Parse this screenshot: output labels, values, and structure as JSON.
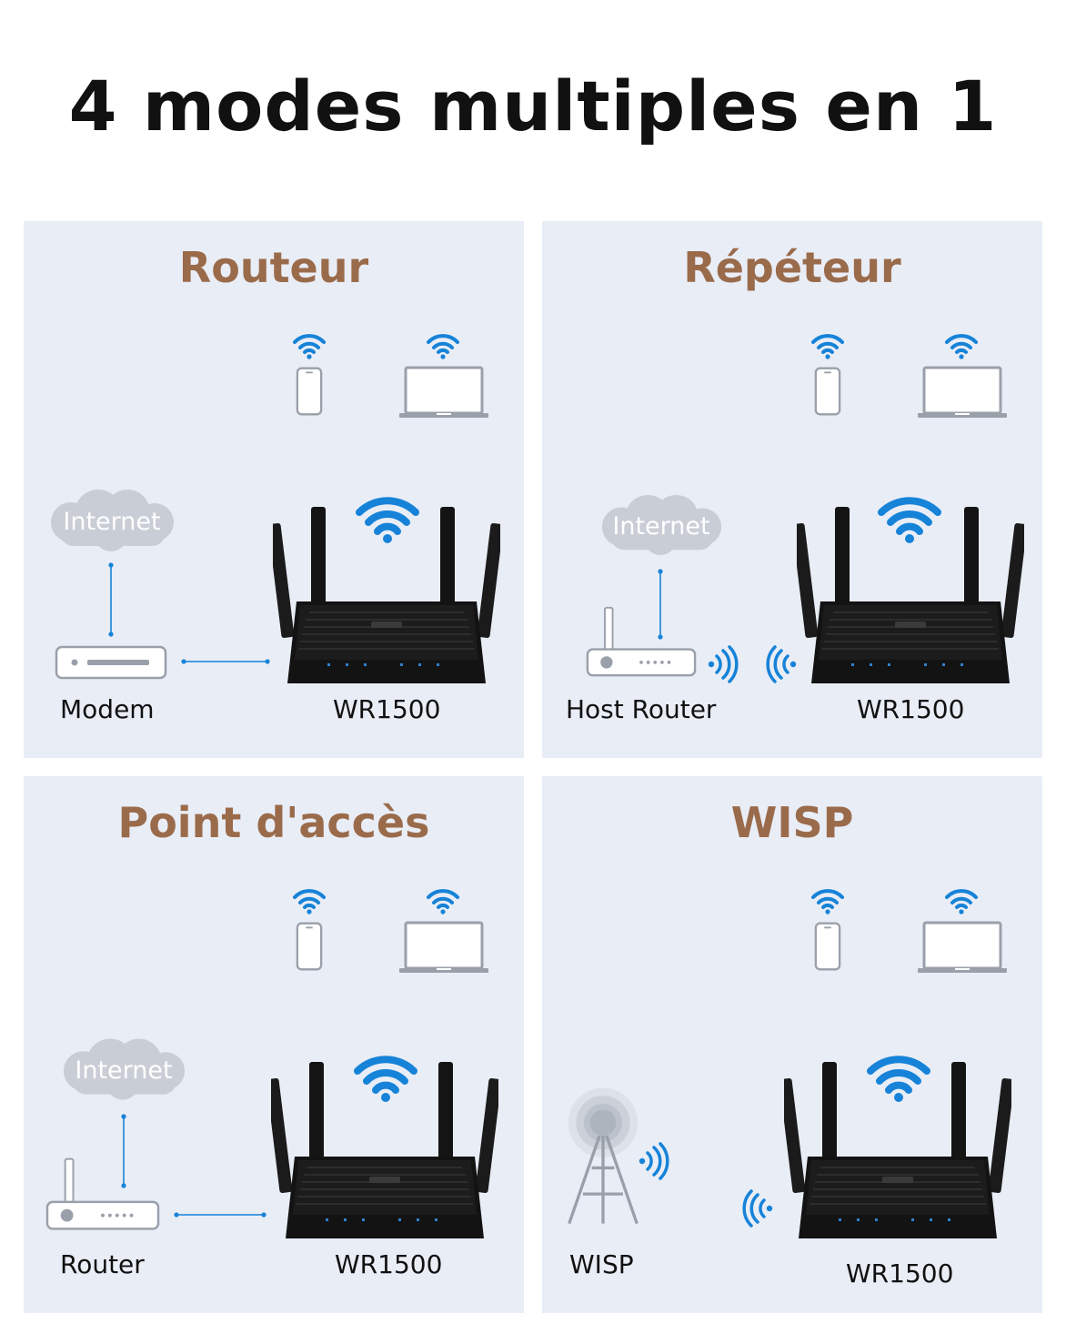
{
  "title": "4 modes multiples en 1",
  "colors": {
    "panel_bg": "#e9edf6",
    "title_accent": "#9a6b4b",
    "wifi_blue": "#1683d8",
    "cloud": "#c9cdd6",
    "router": "#111111"
  },
  "panels": [
    {
      "title": "Routeur",
      "internet": "Internet",
      "source_label": "Modem",
      "device_label": "WR1500",
      "icons": [
        "wifi-icon",
        "smartphone-icon",
        "laptop-icon",
        "cloud-icon",
        "modem-icon",
        "router-icon"
      ]
    },
    {
      "title": "Répéteur",
      "internet": "Internet",
      "source_label": "Host Router",
      "device_label": "WR1500",
      "icons": [
        "wifi-icon",
        "smartphone-icon",
        "laptop-icon",
        "cloud-icon",
        "host-router-icon",
        "signal-waves-icon",
        "router-icon"
      ]
    },
    {
      "title": "Point d'accès",
      "internet": "Internet",
      "source_label": "Router",
      "device_label": "WR1500",
      "icons": [
        "wifi-icon",
        "smartphone-icon",
        "laptop-icon",
        "cloud-icon",
        "host-router-icon",
        "router-icon"
      ]
    },
    {
      "title": "WISP",
      "source_label": "WISP",
      "device_label": "WR1500",
      "icons": [
        "wifi-icon",
        "smartphone-icon",
        "laptop-icon",
        "tower-icon",
        "signal-waves-icon",
        "router-icon"
      ]
    }
  ]
}
